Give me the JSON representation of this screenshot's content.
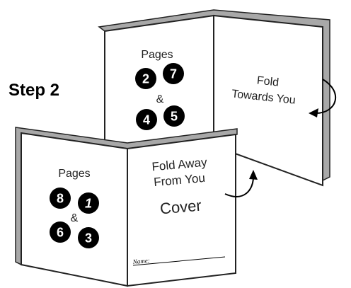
{
  "step": "Step 2",
  "back_book": {
    "left_page": {
      "title": "Pages",
      "numbers": [
        "2",
        "7",
        "4",
        "5"
      ],
      "ampersand": "&"
    },
    "right_page": {
      "line1": "Fold",
      "line2": "Towards You"
    }
  },
  "front_book": {
    "left_page": {
      "title": "Pages",
      "numbers": [
        "8",
        "1",
        "6",
        "3"
      ],
      "ampersand": "&"
    },
    "right_page": {
      "line1": "Fold Away",
      "line2": "From You",
      "cover": "Cover",
      "name_label": "Name:"
    }
  }
}
